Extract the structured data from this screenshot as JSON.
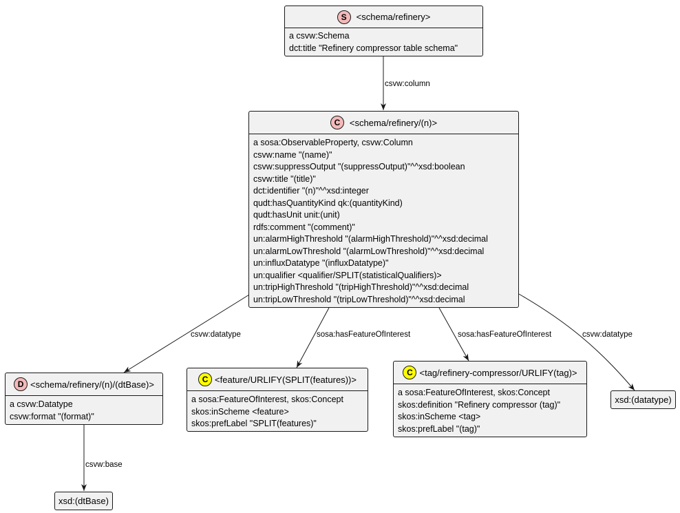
{
  "nodes": {
    "schema": {
      "badge": "S",
      "badge_color": "#f4b9b9",
      "title": "<schema/refinery>",
      "attributes": [
        "a csvw:Schema",
        "dct:title \"Refinery compressor table schema\""
      ]
    },
    "column": {
      "badge": "C",
      "badge_color": "#f4b9b9",
      "title": "<schema/refinery/(n)>",
      "attributes": [
        "a sosa:ObservableProperty, csvw:Column",
        "csvw:name \"(name)\"",
        "csvw:suppressOutput \"(suppressOutput)\"^^xsd:boolean",
        "csvw:title \"(title)\"",
        "dct:identifier \"(n)\"^^xsd:integer",
        "qudt:hasQuantityKind qk:(quantityKind)",
        "qudt:hasUnit unit:(unit)",
        "rdfs:comment \"(comment)\"",
        "un:alarmHighThreshold \"(alarmHighThreshold)\"^^xsd:decimal",
        "un:alarmLowThreshold \"(alarmLowThreshold)\"^^xsd:decimal",
        "un:influxDatatype \"(influxDatatype)\"",
        "un:qualifier <qualifier/SPLIT(statisticalQualifiers)>",
        "un:tripHighThreshold \"(tripHighThreshold)\"^^xsd:decimal",
        "un:tripLowThreshold \"(tripLowThreshold)\"^^xsd:decimal"
      ]
    },
    "datatype": {
      "badge": "D",
      "badge_color": "#f4b9b9",
      "title": "<schema/refinery/(n)/(dtBase)>",
      "attributes": [
        "a csvw:Datatype",
        "csvw:format \"(format)\""
      ]
    },
    "feature": {
      "badge": "C",
      "badge_color": "#ffff00",
      "title": "<feature/URLIFY(SPLIT(features))>",
      "attributes": [
        "a sosa:FeatureOfInterest, skos:Concept",
        "skos:inScheme <feature>",
        "skos:prefLabel \"SPLIT(features)\""
      ]
    },
    "tag": {
      "badge": "C",
      "badge_color": "#ffff00",
      "title": "<tag/refinery-compressor/URLIFY(tag)>",
      "attributes": [
        "a sosa:FeatureOfInterest, skos:Concept",
        "skos:definition \"Refinery compressor (tag)\"",
        "skos:inScheme <tag>",
        "skos:prefLabel \"(tag)\""
      ]
    },
    "xsd_datatype": {
      "title": "xsd:(datatype)"
    },
    "xsd_dtbase": {
      "title": "xsd:(dtBase)"
    }
  },
  "edges": [
    {
      "from": "schema",
      "to": "column",
      "label": "csvw:column"
    },
    {
      "from": "column",
      "to": "datatype",
      "label": "csvw:datatype"
    },
    {
      "from": "column",
      "to": "feature",
      "label": "sosa:hasFeatureOfInterest"
    },
    {
      "from": "column",
      "to": "tag",
      "label": "sosa:hasFeatureOfInterest"
    },
    {
      "from": "column",
      "to": "xsd_datatype",
      "label": "csvw:datatype"
    },
    {
      "from": "datatype",
      "to": "xsd_dtbase",
      "label": "csvw:base"
    }
  ]
}
